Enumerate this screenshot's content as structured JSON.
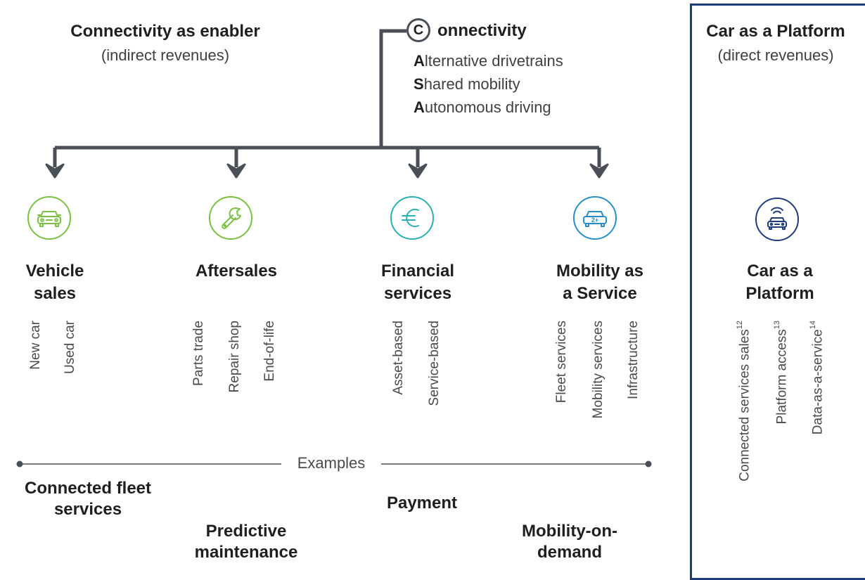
{
  "left_header": {
    "title": "Connectivity as enabler",
    "subtitle": "(indirect revenues)"
  },
  "case": {
    "c_letter": "C",
    "c_rest": "onnectivity",
    "lines": [
      {
        "first": "A",
        "rest": "lternative drivetrains"
      },
      {
        "first": "S",
        "rest": "hared mobility"
      },
      {
        "first": "A",
        "rest": "utonomous driving"
      }
    ]
  },
  "categories": [
    {
      "line1": "Vehicle",
      "line2": "sales",
      "icon": "car-icon",
      "color": "#7ac143",
      "examples": [
        "New car",
        "Used car"
      ]
    },
    {
      "line1": "Aftersales",
      "line2": "",
      "icon": "wrench-icon",
      "color": "#7ac143",
      "examples": [
        "Parts trade",
        "Repair shop",
        "End-of-life"
      ]
    },
    {
      "line1": "Financial",
      "line2": "services",
      "icon": "euro-icon",
      "color": "#2bb0b4",
      "examples": [
        "Asset-based",
        "Service-based"
      ]
    },
    {
      "line1": "Mobility as",
      "line2": "a Service",
      "icon": "shared-car-icon",
      "color": "#2a8ec6",
      "examples": [
        "Fleet services",
        "Mobility services",
        "Infrastructure"
      ]
    }
  ],
  "examples_label": "Examples",
  "examples": {
    "connected_fleet": {
      "line1": "Connected fleet",
      "line2": "services"
    },
    "predictive": {
      "line1": "Predictive",
      "line2": "maintenance"
    },
    "payment": {
      "line1": "Payment"
    },
    "mod": {
      "line1": "Mobility-on-",
      "line2": "demand"
    }
  },
  "right_panel": {
    "title": "Car as a Platform",
    "subtitle": "(direct revenues)",
    "icon": "connected-car-icon",
    "color": "#1f3c7a",
    "cat_line1": "Car as a",
    "cat_line2": "Platform",
    "items": [
      {
        "text": "Connected services sales",
        "sup": "12"
      },
      {
        "text": "Platform access",
        "sup": "13"
      },
      {
        "text": "Data-as-a-service",
        "sup": "14"
      }
    ]
  },
  "colors": {
    "connector": "#4a4f57",
    "panel_border": "#1f3c7a",
    "green": "#7ac143",
    "teal": "#2bb0b4",
    "blue": "#2a8ec6"
  }
}
